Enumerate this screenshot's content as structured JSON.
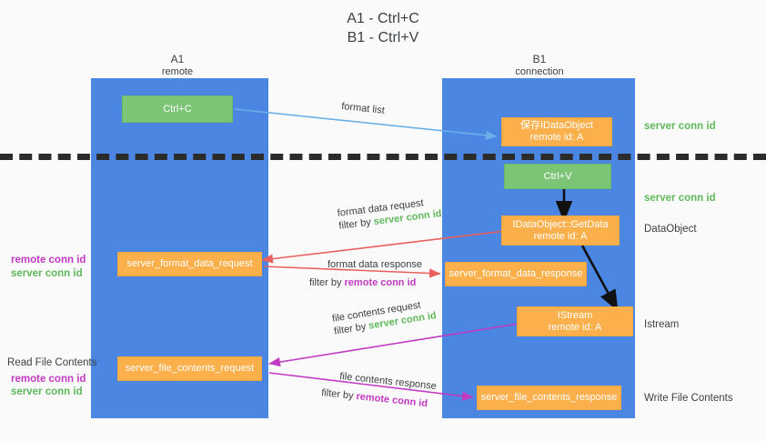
{
  "title": "A1 - Ctrl+C\nB1 - Ctrl+V",
  "columns": [
    {
      "name": "A1",
      "role": "remote"
    },
    {
      "name": "B1",
      "role": "connection"
    }
  ],
  "colors": {
    "lane": "#4a86e2",
    "green_node": "#7cc576",
    "orange_node": "#fbb04c",
    "server_conn_id": "#5fb85a",
    "remote_conn_id": "#c13ac1",
    "arrow_blue": "#6ab0e8",
    "arrow_red": "#e8615c",
    "arrow_magenta": "#c13ac1",
    "arrow_black": "#000000",
    "separator": "#2b2b2b"
  },
  "nodes": {
    "ctrl_c": {
      "label": "Ctrl+C"
    },
    "ctrl_v": {
      "label": "Ctrl+V"
    },
    "save_idataobject": {
      "line1": "保存IDataObject",
      "line2": "remote id: A"
    },
    "idataobject_getdata": {
      "line1": "IDataObject::GetData",
      "line2": "remote id: A"
    },
    "istream": {
      "line1": "IStream",
      "line2": "remote id: A"
    },
    "server_format_data_request": {
      "label": "server_format_data_request"
    },
    "server_format_data_response": {
      "label": "server_format_data_response"
    },
    "server_file_contents_request": {
      "label": "server_file_contents_request"
    },
    "server_file_contents_response": {
      "label": "server_file_contents_response"
    }
  },
  "right_labels": {
    "server_conn_id_top": "server conn id",
    "server_conn_id_mid": "server conn id",
    "dataobject": "DataObject",
    "istream": "Istream",
    "write_file_contents": "Write File Contents"
  },
  "left_labels": {
    "format_remote_conn_id": "remote conn id",
    "format_server_conn_id": "server conn id",
    "read_file_contents": "Read File Contents",
    "file_remote_conn_id": "remote conn id",
    "file_server_conn_id": "server conn id"
  },
  "edges": {
    "format_list": {
      "label": "format list"
    },
    "format_data_request": {
      "line1": "format data request",
      "line2_prefix": "filter by ",
      "line2_token": "server conn id"
    },
    "format_data_response": {
      "line1": "format data response",
      "line2_prefix": "filter by ",
      "line2_token": "remote conn id"
    },
    "file_contents_request": {
      "line1": "file contents request",
      "line2_prefix": "filter by ",
      "line2_token": "server conn id"
    },
    "file_contents_response": {
      "line1": "file contents response",
      "line2_prefix": "filter by ",
      "line2_token": "remote conn id"
    }
  }
}
